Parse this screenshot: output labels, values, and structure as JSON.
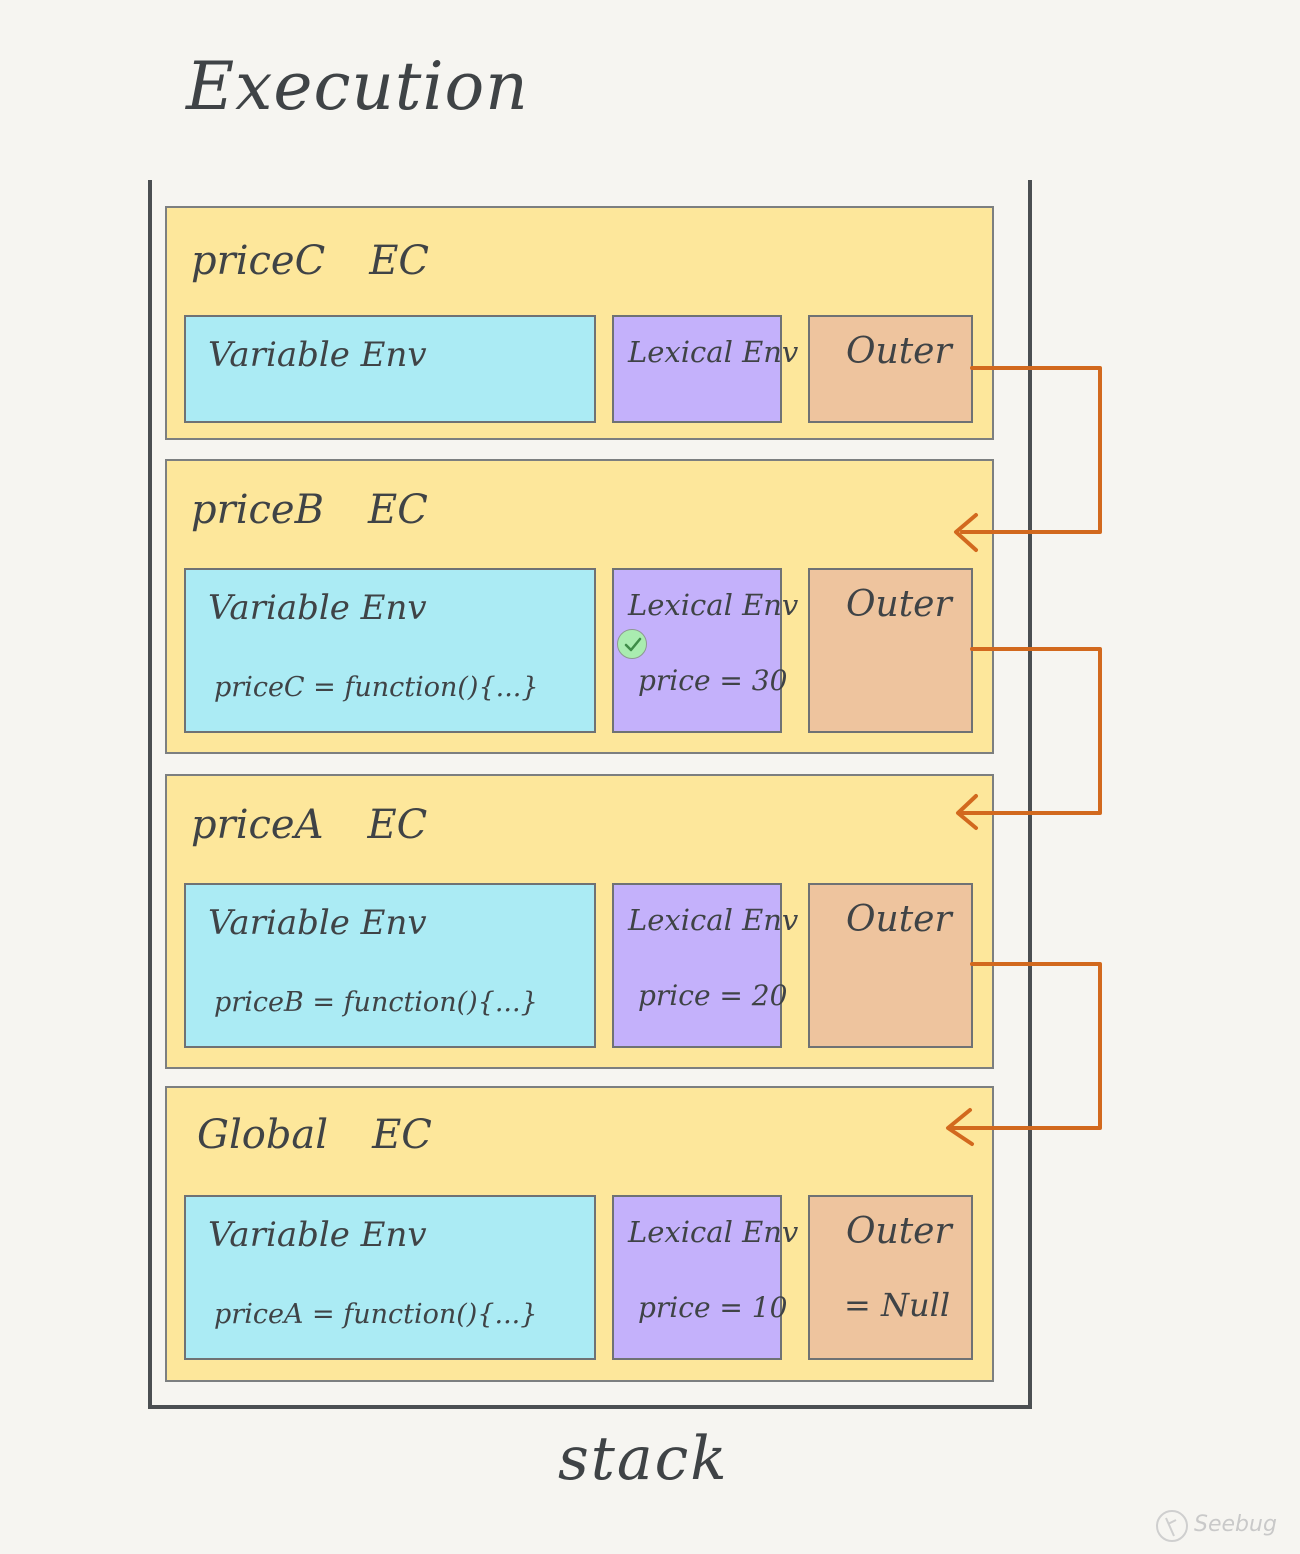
{
  "title": "Execution",
  "stack_label": "stack",
  "box_titles": {
    "variable_env": "Variable Env",
    "lexical_env": "Lexical Env",
    "outer": "Outer"
  },
  "contexts": [
    {
      "name": "priceC",
      "tag": "EC",
      "variable_env_value": "",
      "lexical_env_value": "",
      "outer_value": ""
    },
    {
      "name": "priceB",
      "tag": "EC",
      "variable_env_value": "priceC = function(){...}",
      "lexical_env_value": "price = 30",
      "outer_value": ""
    },
    {
      "name": "priceA",
      "tag": "EC",
      "variable_env_value": "priceB = function(){...}",
      "lexical_env_value": "price = 20",
      "outer_value": ""
    },
    {
      "name": "Global",
      "tag": "EC",
      "variable_env_value": "priceA = function(){...}",
      "lexical_env_value": "price = 10",
      "outer_value": "= Null"
    }
  ],
  "arrow_color": "#d2691e",
  "check_icon": "check-circle-icon",
  "watermark": "Seebug"
}
